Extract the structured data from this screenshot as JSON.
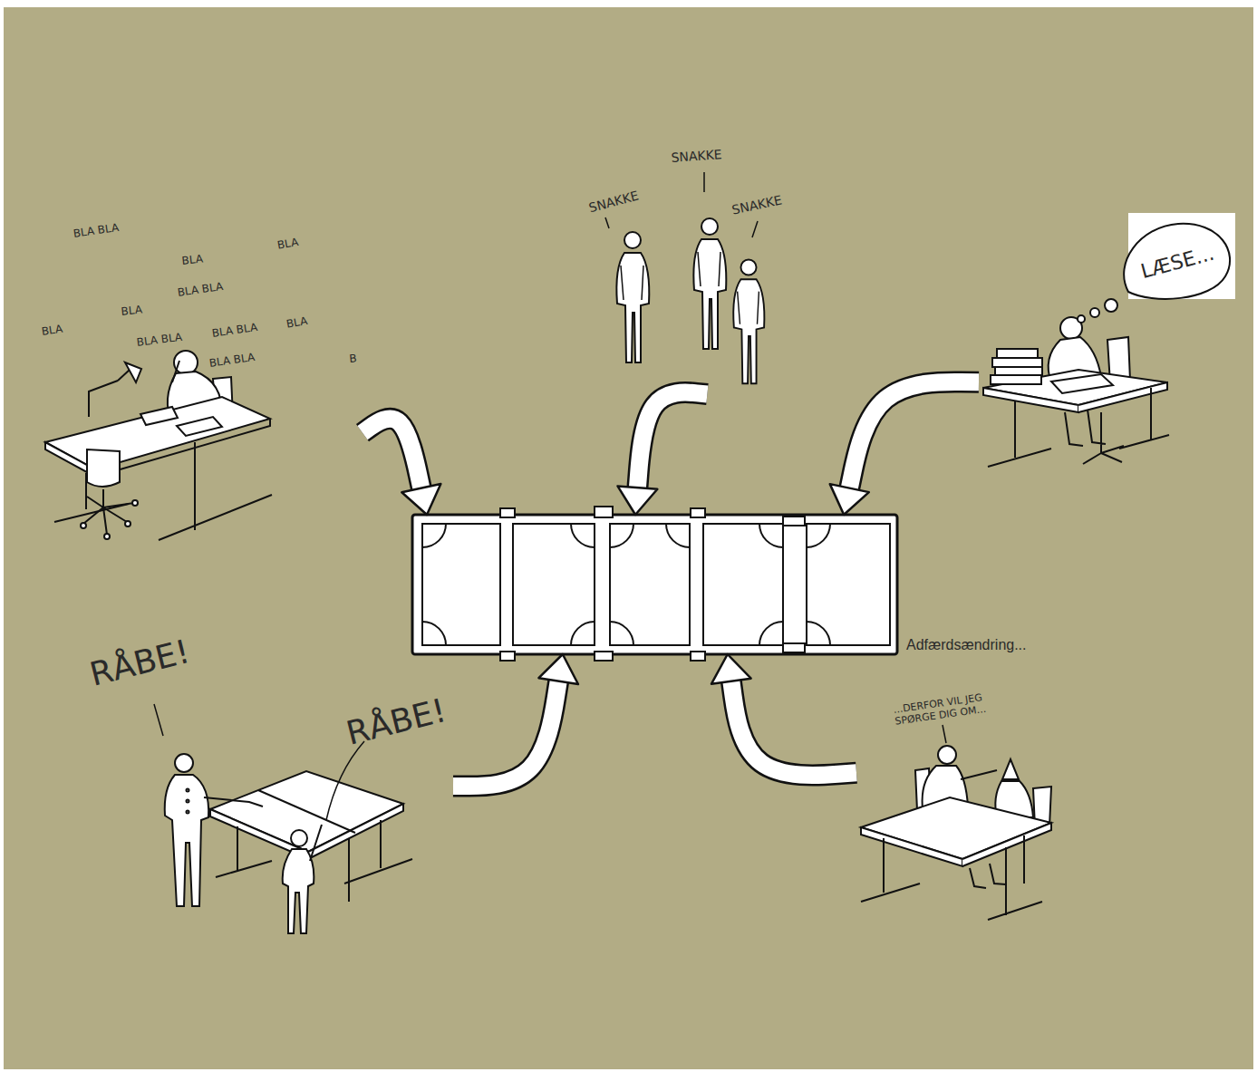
{
  "diagram": {
    "nodes": [
      {
        "text": [
          "BLA BLA",
          "BLA",
          "BLA",
          "BLA",
          "BLA",
          "BLA BLA",
          "BLA BLA",
          "BLA BLA",
          "BLA",
          "BLA BLA",
          "B"
        ]
      },
      {
        "text": [
          "SNAKKE",
          "SNAKKE",
          "SNAKKE"
        ]
      },
      {
        "text": [
          "LÆSE..."
        ]
      },
      {
        "text": [
          "Adfærdsændring..."
        ]
      },
      {
        "text": [
          "RÅBE!",
          "RÅBE!"
        ]
      },
      {
        "text": [
          "...DERFOR VIL JEG SPØRGE DIG OM..."
        ]
      }
    ],
    "edges": [
      {
        "from": 0,
        "to": 3,
        "arrow": "to"
      },
      {
        "from": 1,
        "to": 3,
        "arrow": "to"
      },
      {
        "from": 2,
        "to": 3,
        "arrow": "to"
      },
      {
        "from": 4,
        "to": 3,
        "arrow": "to"
      },
      {
        "from": 5,
        "to": 3,
        "arrow": "to"
      }
    ]
  }
}
